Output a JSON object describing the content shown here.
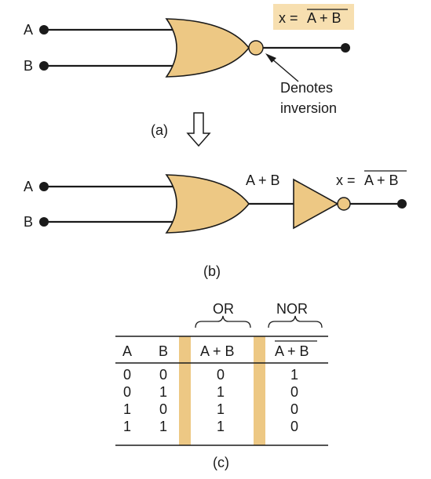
{
  "diagram_a": {
    "input_a": "A",
    "input_b": "B",
    "output_prefix": "x =",
    "output_expr": "A + B",
    "annotation_line1": "Denotes",
    "annotation_line2": "inversion",
    "caption": "(a)"
  },
  "diagram_b": {
    "input_a": "A",
    "input_b": "B",
    "or_output": "A + B",
    "output_prefix": "x =",
    "output_expr": "A + B",
    "caption": "(b)"
  },
  "truth_table": {
    "group_or": "OR",
    "group_nor": "NOR",
    "headers": [
      "A",
      "B",
      "A + B",
      "A + B"
    ],
    "rows": [
      [
        "0",
        "0",
        "0",
        "1"
      ],
      [
        "0",
        "1",
        "1",
        "0"
      ],
      [
        "1",
        "0",
        "1",
        "0"
      ],
      [
        "1",
        "1",
        "1",
        "0"
      ]
    ],
    "caption": "(c)"
  },
  "colors": {
    "gate_fill": "#edc884",
    "label_highlight": "#f7dfb0"
  }
}
